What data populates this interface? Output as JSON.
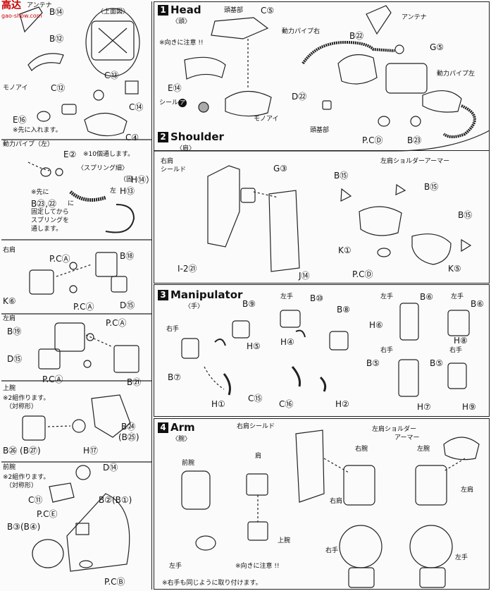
{
  "watermark": {
    "main": "高达",
    "url": "gao-show.com"
  },
  "left": {
    "antenna": "アンテナ",
    "top_view": "〈上面図〉",
    "monoeye": "モノアイ",
    "insert_first": "※先に入れます。",
    "power_pipe_left": "動力パイプ（左）",
    "pass_10": "※10個通します。",
    "spring_thin": "〈スプリング細〉",
    "first": "※先に",
    "fix_then": "に",
    "fix_then2": "固定してから",
    "spring_pass": "スプリングを",
    "pass": "通します。",
    "solid": "（固",
    "left_char": "左",
    "right_shoulder": "右肩",
    "left_shoulder": "左肩",
    "upper_arm": "上腕",
    "two_sets": "※2組作ります。",
    "symmetric": "（対称形）",
    "forearm": "前腕",
    "codes": {
      "b14": "B⑭",
      "b12": "B⑫",
      "c12": "C⑫",
      "e16": "E⑯",
      "c13": "C⑬",
      "c14": "C⑭",
      "c4": "C④",
      "e2": "E②",
      "h14": "H⑭）",
      "h13": "H⑬",
      "b23_22": "B㉓,㉒",
      "pca1": "P.CⒶ",
      "b18": "B⑱",
      "k6": "K⑥",
      "pca2": "P.CⒶ",
      "d15a": "D⑮",
      "b19": "B⑲",
      "pca3": "P.CⒶ",
      "d15b": "D⑮",
      "pca4": "P.CⒶ",
      "b21": "B㉑",
      "b24": "B㉔",
      "b25": "(B㉕)",
      "b26": "B㉖ (B㉗)",
      "h17": "H⑰",
      "d14": "D⑭",
      "c11": "C⑪",
      "b2": "B②(B①)",
      "pce": "P.CⒺ",
      "b3": "B③(B④)",
      "pcb": "P.CⒷ"
    }
  },
  "head": {
    "num": "1",
    "title": "Head",
    "sub": "〈頭〉",
    "head_base": "頭基部",
    "orientation": "※向きに注意 !!",
    "power_pipe_right": "動力パイプ右",
    "antenna": "アンテナ",
    "power_pipe_left": "動力パイプ左",
    "seal": "シール",
    "seal_mark": "ア",
    "monoeye": "モノアイ",
    "head_base2": "頭基部",
    "codes": {
      "c5": "C⑤",
      "b22": "B㉒",
      "g5": "G⑤",
      "e14": "E⑭",
      "d22": "D㉒",
      "pcd": "P.CⒹ",
      "b23": "B㉓"
    }
  },
  "shoulder": {
    "num": "2",
    "title": "Shoulder",
    "sub": "〈肩〉",
    "right_shield": "右肩",
    "right_shield2": "シールド",
    "left_armor": "左肩ショルダーアーマー",
    "codes": {
      "g3": "G③",
      "i2_21": "I-2㉑",
      "j14": "J⑭",
      "b15a": "B⑮",
      "b15b": "B⑮",
      "b15c": "B⑮",
      "k1": "K①",
      "k5": "K⑤",
      "pcd": "P.CⒹ"
    }
  },
  "manip": {
    "num": "3",
    "title": "Manipulator",
    "sub": "〈手〉",
    "right_hand": "右手",
    "left_hand": "左手",
    "lh1": "左手",
    "lh2": "左手",
    "rh1": "右手",
    "rh2": "右手",
    "codes": {
      "b9": "B⑨",
      "b10": "B⑩",
      "b8": "B⑧",
      "h5": "H⑤",
      "h4": "H④",
      "b7": "B⑦",
      "h1": "H①",
      "c15": "C⑮",
      "c16": "C⑯",
      "h2": "H②",
      "b6a": "B⑥",
      "b6b": "B⑥",
      "h6": "H⑥",
      "h8": "H⑧",
      "b5a": "B⑤",
      "b5b": "B⑤",
      "h7": "H⑦",
      "h9": "H⑨"
    }
  },
  "arm": {
    "num": "4",
    "title": "Arm",
    "sub": "〈腕〉",
    "right_shield": "右肩シールド",
    "left_armor": "左肩ショルダー",
    "left_armor2": "アーマー",
    "forearm": "前腕",
    "shoulder": "肩",
    "right_arm": "右腕",
    "left_arm": "左腕",
    "right_shoulder": "右肩",
    "left_shoulder": "左肩",
    "upper_arm": "上腕",
    "left_hand": "左手",
    "orientation": "※向きに注意 !!",
    "right_hand": "右手",
    "left_hand2": "左手",
    "note": "※右手も同じように取り付けます。"
  }
}
